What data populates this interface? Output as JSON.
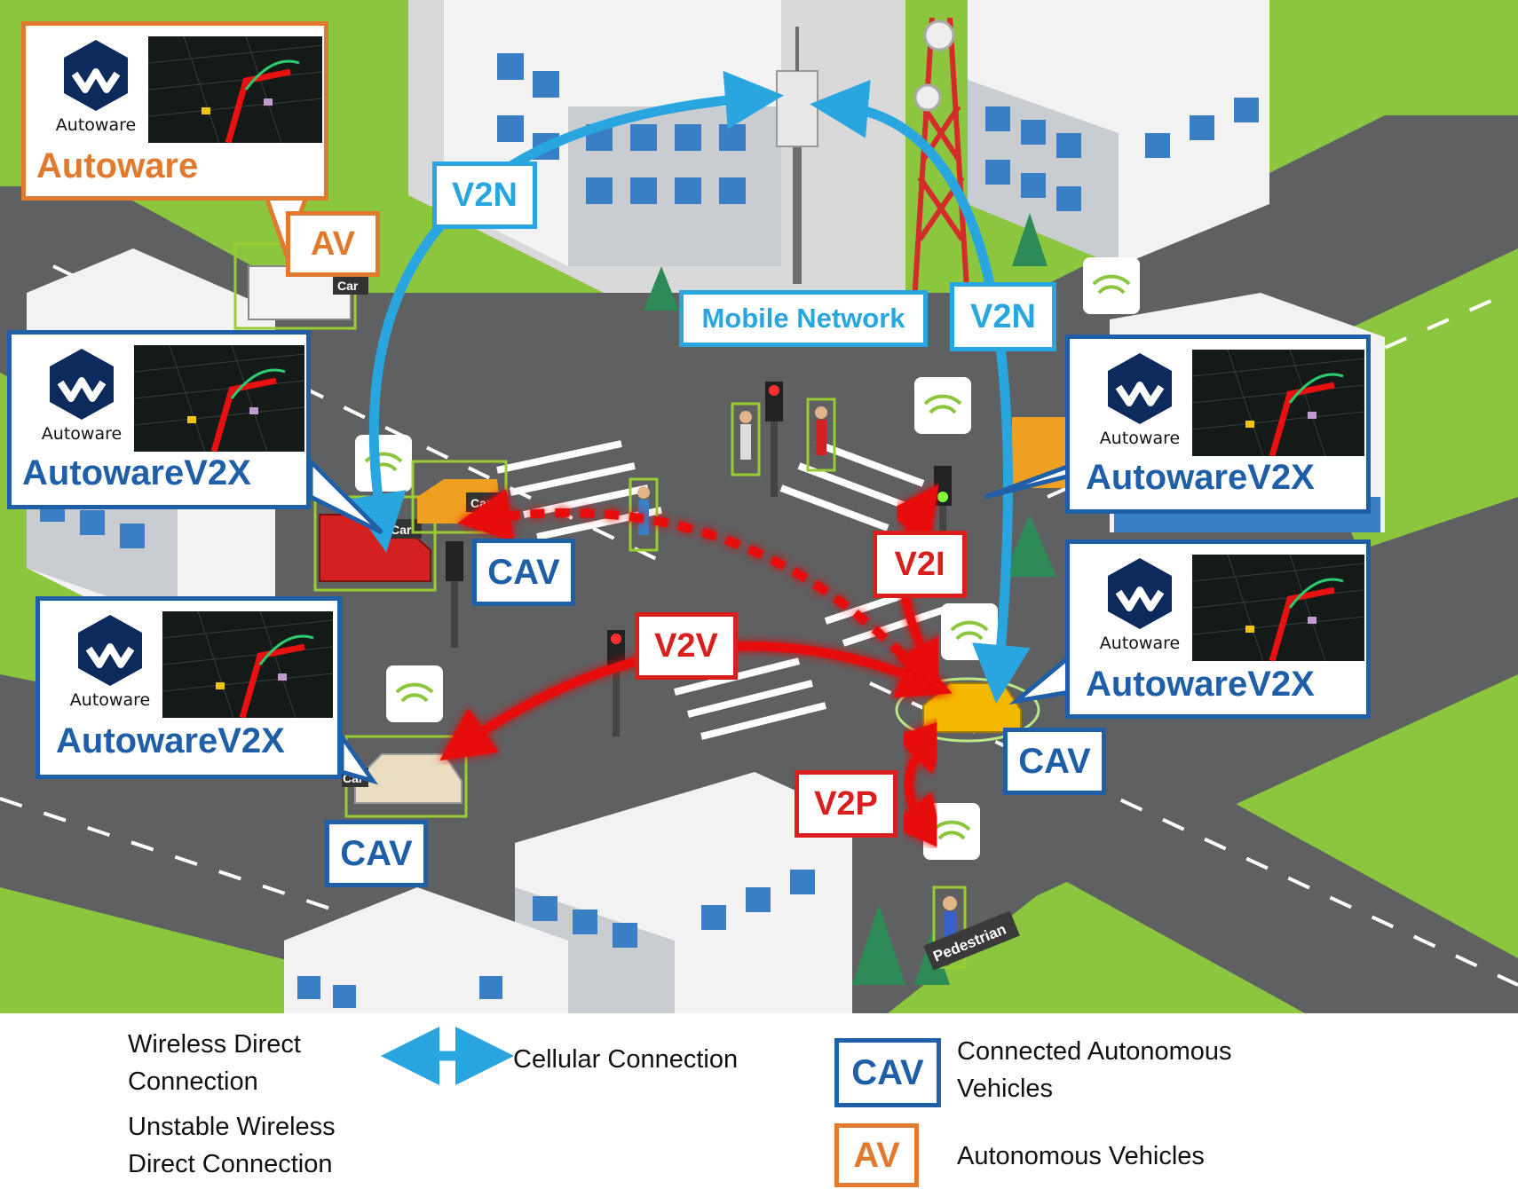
{
  "callouts": {
    "autoware_av": {
      "logo_word": "Autoware",
      "caption": "Autoware"
    },
    "v2x_left_top": {
      "logo_word": "Autoware",
      "caption": "AutowareV2X"
    },
    "v2x_left_bottom": {
      "logo_word": "Autoware",
      "caption": "AutowareV2X"
    },
    "v2x_right_top": {
      "logo_word": "Autoware",
      "caption": "AutowareV2X"
    },
    "v2x_right_bottom": {
      "logo_word": "Autoware",
      "caption": "AutowareV2X"
    }
  },
  "tags": {
    "av": "AV",
    "cav_center": "CAV",
    "cav_left": "CAV",
    "cav_right": "CAV",
    "v2n_left": "V2N",
    "v2n_right": "V2N",
    "mobile_network": "Mobile Network",
    "v2v": "V2V",
    "v2i": "V2I",
    "v2p": "V2P"
  },
  "scene_labels": {
    "car_1": "Car",
    "car_2": "Car",
    "car_3": "Car",
    "car_4": "Car",
    "pedestrian": "Pedestrian"
  },
  "legend": {
    "wireless_line1": "Wireless Direct",
    "wireless_line2": "Connection",
    "unstable_line1": "Unstable Wireless",
    "unstable_line2": "Direct Connection",
    "cellular": "Cellular Connection",
    "cav_box": "CAV",
    "cav_line1": "Connected Autonomous",
    "cav_line2": "Vehicles",
    "av_box": "AV",
    "av_label": "Autonomous Vehicles"
  },
  "colors": {
    "wireless": "#e81010",
    "cellular": "#29a6e0",
    "cav_blue": "#1f5fa8",
    "av_orange": "#e07a2e",
    "grass": "#8cc63f",
    "road": "#5f6062"
  }
}
